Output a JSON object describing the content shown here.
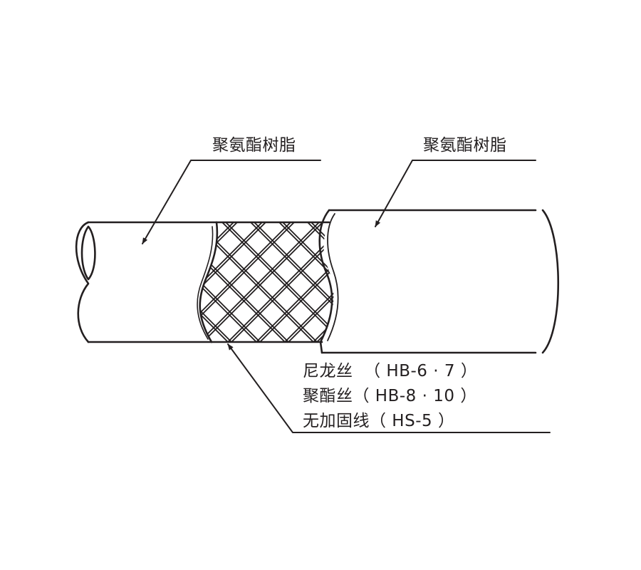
{
  "labels": {
    "inner_layer": "聚氨酯树脂",
    "outer_layer": "聚氨酯树脂",
    "reinforcement": [
      "尼龙丝  （ HB-6 · 7 ）",
      "聚酯丝（ HB-8 · 10 ）",
      "无加固线（ HS-5 ）"
    ]
  },
  "colors": {
    "ink": "#231f20",
    "background": "#ffffff"
  }
}
